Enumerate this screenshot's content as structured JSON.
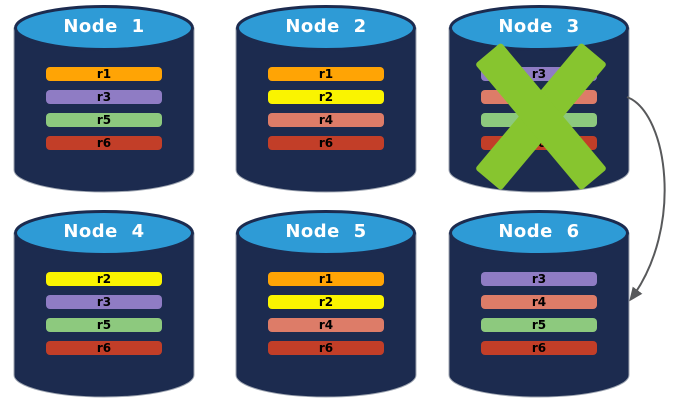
{
  "diagram": {
    "nodes": [
      {
        "name": "Node 1",
        "replicas": [
          "r1",
          "r3",
          "r5",
          "r6"
        ],
        "failed": false
      },
      {
        "name": "Node 2",
        "replicas": [
          "r1",
          "r2",
          "r4",
          "r6"
        ],
        "failed": false
      },
      {
        "name": "Node 3",
        "replicas": [
          "r3",
          "r4",
          "r5",
          "r6"
        ],
        "failed": true
      },
      {
        "name": "Node 4",
        "replicas": [
          "r2",
          "r3",
          "r5",
          "r6"
        ],
        "failed": false
      },
      {
        "name": "Node 5",
        "replicas": [
          "r1",
          "r2",
          "r4",
          "r6"
        ],
        "failed": false
      },
      {
        "name": "Node 6",
        "replicas": [
          "r3",
          "r4",
          "r5",
          "r6"
        ],
        "failed": false
      }
    ],
    "replica_colors": {
      "r1": "#FFA405",
      "r2": "#FAF400",
      "r3": "#8F7CC4",
      "r4": "#DD7C68",
      "r5": "#8DC97E",
      "r6": "#C23E28"
    },
    "connector": {
      "from": "Node 3",
      "to": "Node 6"
    },
    "colors": {
      "cylinder_body": "#1C2B4F",
      "cylinder_top": "#2E9BD6",
      "cylinder_outline": "#9FA6B2",
      "cross": "#87C52F",
      "arrow": "#58595B",
      "bar_text": "#000000",
      "title_text": "#FFFFFF"
    }
  }
}
